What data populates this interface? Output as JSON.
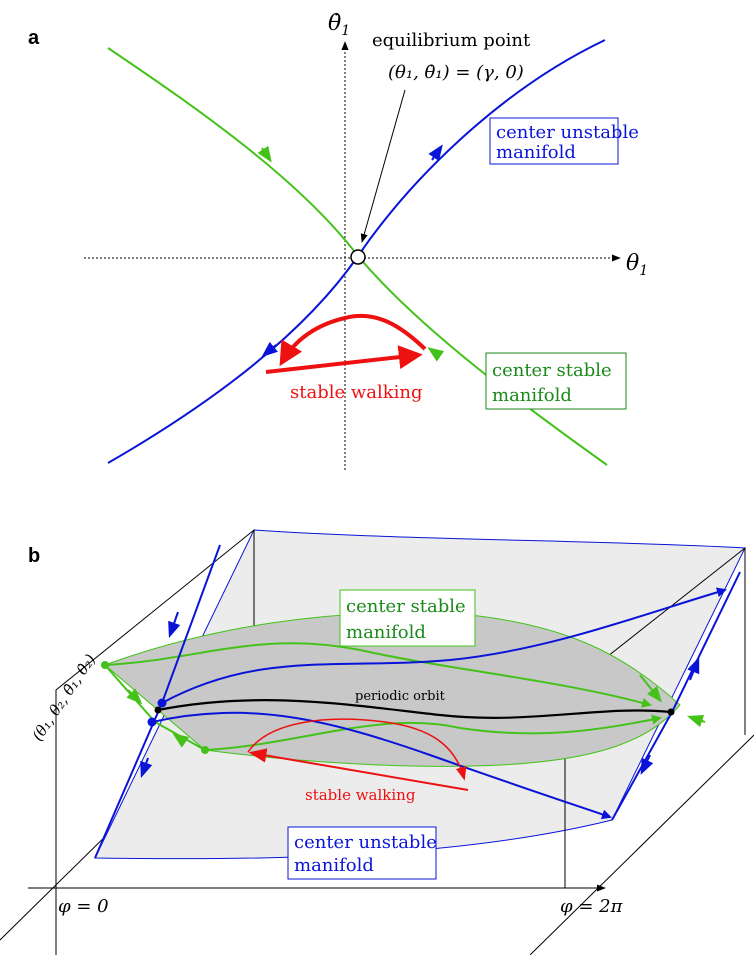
{
  "panel_a": {
    "label": "a",
    "axis_y": "θ̇",
    "axis_y_sub": "1",
    "axis_x": "θ",
    "axis_x_sub": "1",
    "equilibrium_title": "equilibrium point",
    "equilibrium_eq": "(θ₁, θ̇₁) = (γ, 0)",
    "cu_line1": "center unstable",
    "cu_line2": "manifold",
    "cs_line1": "center stable",
    "cs_line2": "manifold",
    "stable_walking": "stable walking"
  },
  "panel_b": {
    "label": "b",
    "cs_line1": "center stable",
    "cs_line2": "manifold",
    "periodic_orbit": "periodic orbit",
    "state_label": "(θ₁, θ₂, θ̇₁, θ̇₂)",
    "stable_walking": "stable walking",
    "cu_line1": "center unstable",
    "cu_line2": "manifold",
    "phi0": "φ = 0",
    "phi2pi": "φ = 2π"
  },
  "colors": {
    "green": "#44c21a",
    "green_dark": "#1a8a1a",
    "blue": "#0a14d8",
    "red": "#ee1111",
    "black": "#000000",
    "plane_light": "#ececec",
    "plane_dark": "#c8c8c8"
  }
}
